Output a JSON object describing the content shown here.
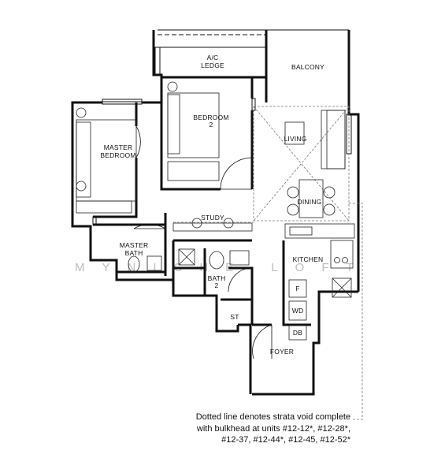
{
  "rooms": {
    "ac_ledge_line1": "A/C",
    "ac_ledge_line2": "LEDGE",
    "balcony": "BALCONY",
    "bedroom2_line1": "BEDROOM",
    "bedroom2_line2": "2",
    "master_bedroom_line1": "MASTER",
    "master_bedroom_line2": "BEDROOM",
    "living": "LIVING",
    "dining": "DINING",
    "study": "STUDY",
    "master_bath_line1": "MASTER",
    "master_bath_line2": "BATH",
    "kitchen": "KITCHEN",
    "bath2_line1": "BATH",
    "bath2_line2": "2",
    "fridge": "F",
    "st": "ST",
    "wd": "WD",
    "db": "DB",
    "foyer": "FOYER"
  },
  "watermark": "MYNICHE LOFT",
  "note": {
    "line1": "Dotted line denotes strata void complete",
    "line2": "with bulkhead at units #12-12*, #12-28*,",
    "line3": "#12-37, #12-44*, #12-45, #12-52*"
  }
}
